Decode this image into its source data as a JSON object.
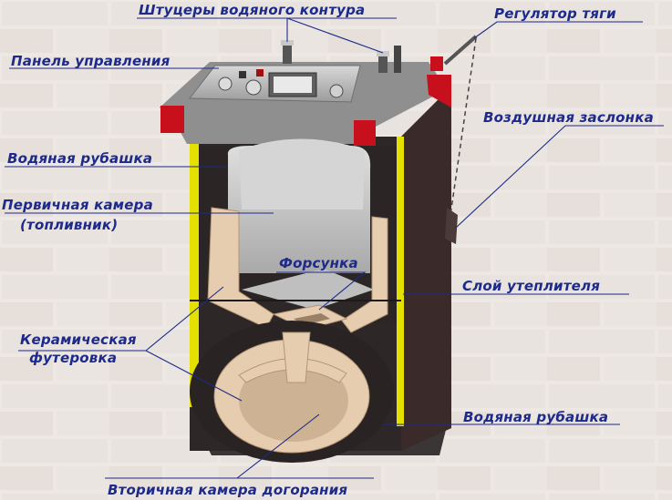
{
  "colors": {
    "label_text": "#1d2a8a",
    "leader_line": "#1d2a8a",
    "background": "#ede8e4",
    "brick_mortar": "#d9d2cc",
    "boiler_body": "#3a3030",
    "red_trim": "#c8101c",
    "yellow_insulation": "#e4e000",
    "ceramic_lining": "#e6cdb0",
    "chamber_interior": "#c9c9c9",
    "control_panel": "#bdbdbd"
  },
  "labels": {
    "water_fittings": "Штуцеры водяного контура",
    "draft_regulator": "Регулятор тяги",
    "control_panel": "Панель управления",
    "air_damper": "Воздушная заслонка",
    "water_jacket_top": "Водяная рубашка",
    "primary_chamber_line1": "Первичная камера",
    "primary_chamber_line2": "(топливник)",
    "nozzle": "Форсунка",
    "insulation_layer": "Слой утеплителя",
    "ceramic_lining_line1": "Керамическая",
    "ceramic_lining_line2": "футеровка",
    "water_jacket_bottom": "Водяная рубашка",
    "secondary_chamber": "Вторичная камера догорания"
  }
}
